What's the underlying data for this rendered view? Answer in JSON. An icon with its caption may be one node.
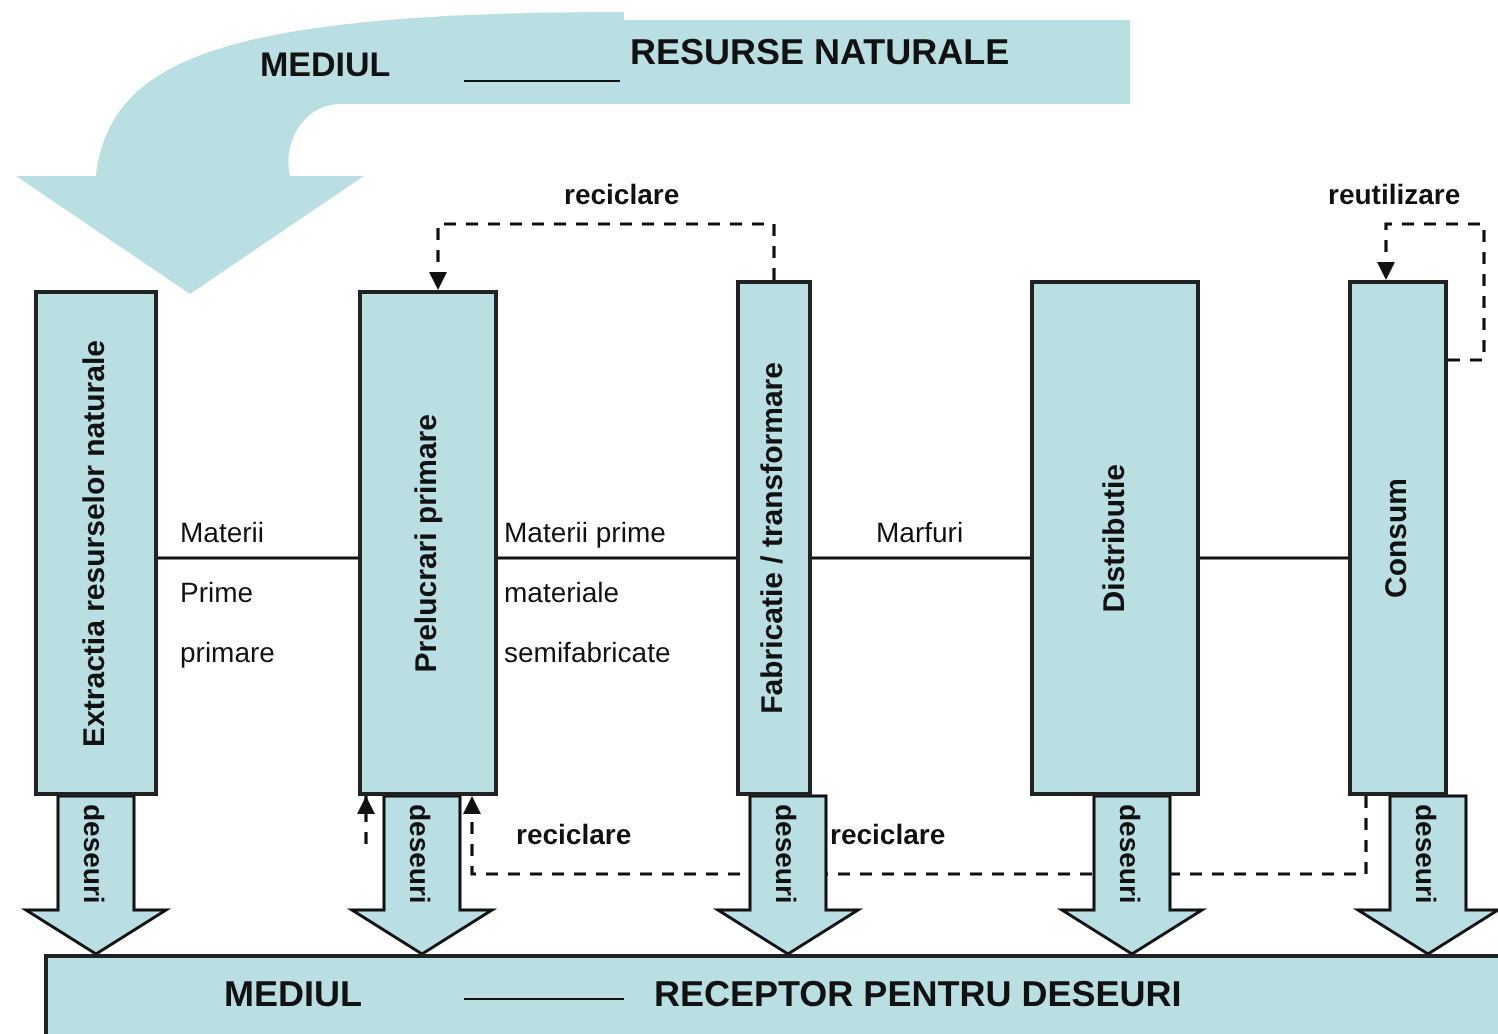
{
  "diagram": {
    "nodes": [
      {
        "text": [
          "MEDIUL",
          "RESURSE NATURALE"
        ]
      },
      {
        "text": [
          "Extractia resurselor naturale"
        ]
      },
      {
        "text": [
          "Prelucrari primare"
        ]
      },
      {
        "text": [
          "Fabricatie / transformare"
        ]
      },
      {
        "text": [
          "Distributie"
        ]
      },
      {
        "text": [
          "Consum"
        ]
      },
      {
        "text": [
          "MEDIUL",
          "RECEPTOR PENTRU DESEURI"
        ]
      }
    ],
    "edges": [
      {
        "from": 1,
        "to": 2,
        "arrow": "none",
        "label": "Materii Prime primare"
      },
      {
        "from": 2,
        "to": 3,
        "arrow": "none",
        "label": "Materii prime materiale semifabricate"
      },
      {
        "from": 3,
        "to": 4,
        "arrow": "none",
        "label": "Marfuri"
      },
      {
        "from": 4,
        "to": 5,
        "arrow": "none"
      },
      {
        "from": 3,
        "to": 2,
        "arrow": "to",
        "label": "reciclare",
        "style": "dashed"
      },
      {
        "from": 5,
        "to": 5,
        "arrow": "to",
        "label": "reutilizare",
        "style": "dashed"
      },
      {
        "from": 5,
        "to": 2,
        "arrow": "to",
        "label": "reciclare",
        "style": "dashed"
      },
      {
        "from": null,
        "to": 2,
        "arrow": "to",
        "style": "dashed"
      },
      {
        "from": 1,
        "to": 6,
        "arrow": "to",
        "label": "deseuri",
        "style": "thick"
      },
      {
        "from": 2,
        "to": 6,
        "arrow": "to",
        "label": "deseuri",
        "style": "thick"
      },
      {
        "from": 3,
        "to": 6,
        "arrow": "to",
        "label": "deseuri",
        "style": "thick"
      },
      {
        "from": 4,
        "to": 6,
        "arrow": "to",
        "label": "deseuri",
        "style": "thick"
      },
      {
        "from": 5,
        "to": 6,
        "arrow": "to",
        "label": "deseuri",
        "style": "thick"
      }
    ],
    "labels": [
      "reciclare"
    ]
  }
}
